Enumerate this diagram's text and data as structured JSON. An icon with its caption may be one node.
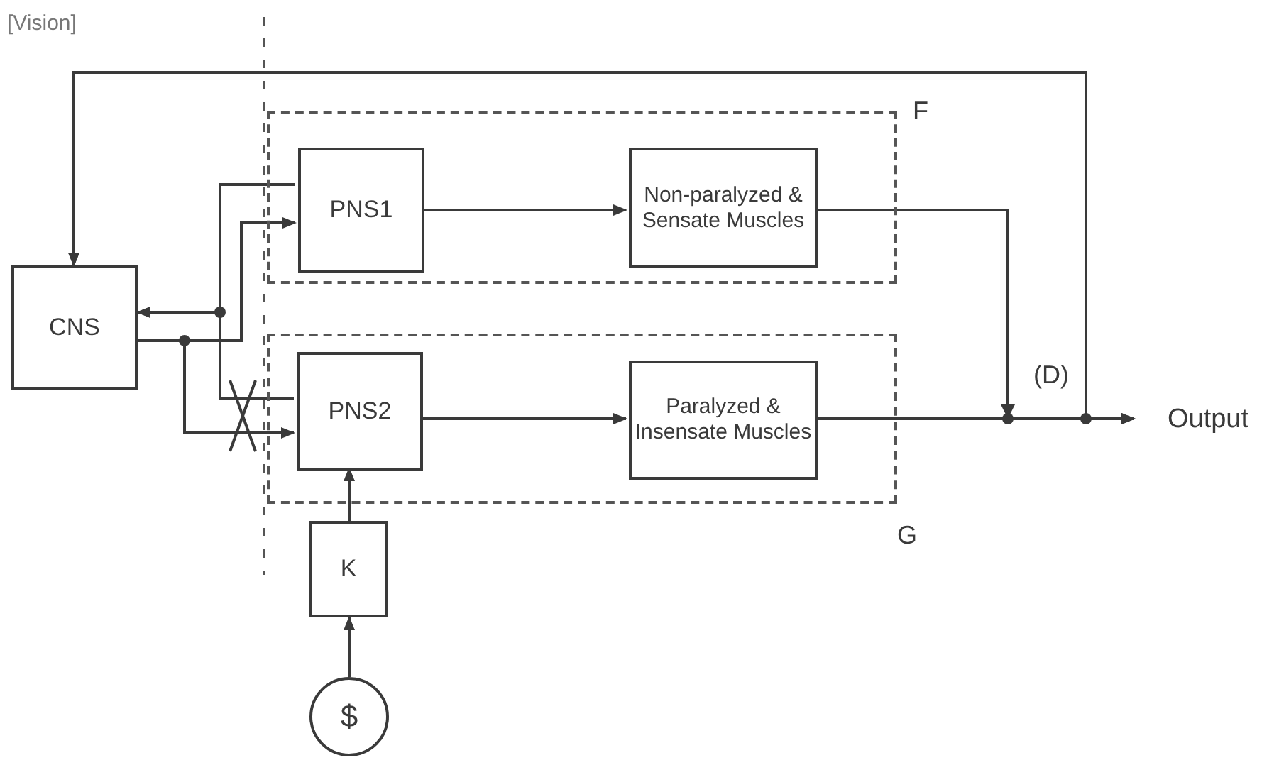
{
  "diagram": {
    "nodes": [
      {
        "text": [
          "F"
        ]
      },
      {
        "text": [
          "G"
        ]
      },
      {
        "text": [
          "CNS"
        ]
      },
      {
        "text": [
          "PNS1"
        ],
        "in": 0
      },
      {
        "text": [
          "Non-paralyzed & Sensate Muscles"
        ],
        "in": 0
      },
      {
        "text": [
          "PNS2"
        ],
        "in": 1
      },
      {
        "text": [
          "Paralyzed & Insensate Muscles"
        ],
        "in": 1
      },
      {
        "text": [
          "K"
        ]
      },
      {
        "text": [
          "$"
        ]
      },
      {
        "text": [
          "Output"
        ]
      }
    ],
    "edges": [
      {
        "from": 3,
        "to": 2,
        "arrow": "to"
      },
      {
        "from": 5,
        "to": 2,
        "arrow": "to"
      },
      {
        "from": 2,
        "to": 3,
        "arrow": "to"
      },
      {
        "from": 2,
        "to": 5,
        "arrow": "to"
      },
      {
        "from": 3,
        "to": 4,
        "arrow": "to"
      },
      {
        "from": 5,
        "to": 6,
        "arrow": "to"
      },
      {
        "from": 4,
        "to": 9,
        "arrow": "to"
      },
      {
        "from": 6,
        "to": 9,
        "arrow": "to"
      },
      {
        "from": 4,
        "to": 2,
        "arrow": "to"
      },
      {
        "from": 6,
        "to": 2,
        "arrow": "to"
      },
      {
        "from": 7,
        "to": 5,
        "arrow": "to"
      },
      {
        "from": 8,
        "to": 7,
        "arrow": "to"
      }
    ],
    "labels": [
      "[Vision]",
      "(D)"
    ]
  }
}
